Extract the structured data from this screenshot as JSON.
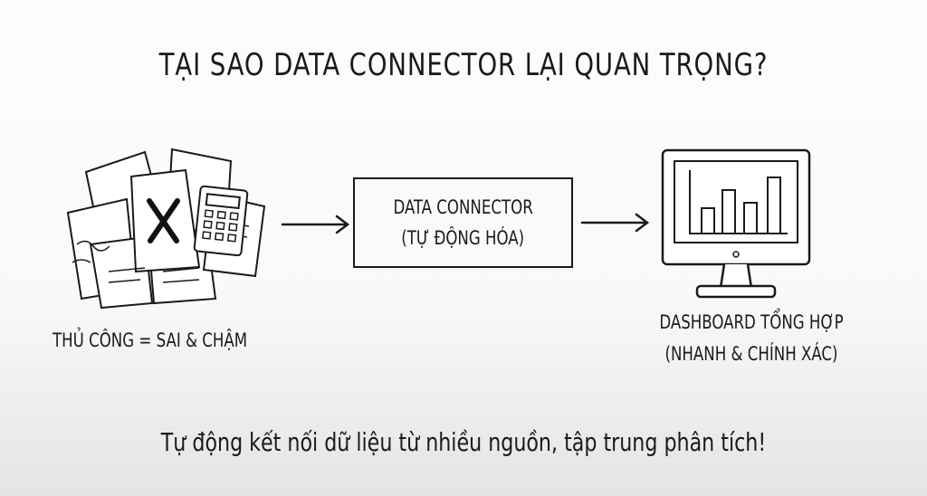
{
  "title": "TẠI SAO DATA CONNECTOR LẠI QUAN TRỌNG?",
  "manual": {
    "label": "THỦ CÔNG = SAI & CHẬM",
    "icon": "papers-calculator-x-icon"
  },
  "connector": {
    "line1": "DATA CONNECTOR",
    "line2": "(TỰ ĐỘNG HÓA)"
  },
  "dashboard": {
    "line1": "DASHBOARD TỔNG HỢP",
    "line2": "(NHANH & CHÍNH XÁC)",
    "icon": "monitor-bar-chart-icon"
  },
  "footer": "Tự động kết nối dữ liệu từ nhiều nguồn, tập trung phân tích!"
}
